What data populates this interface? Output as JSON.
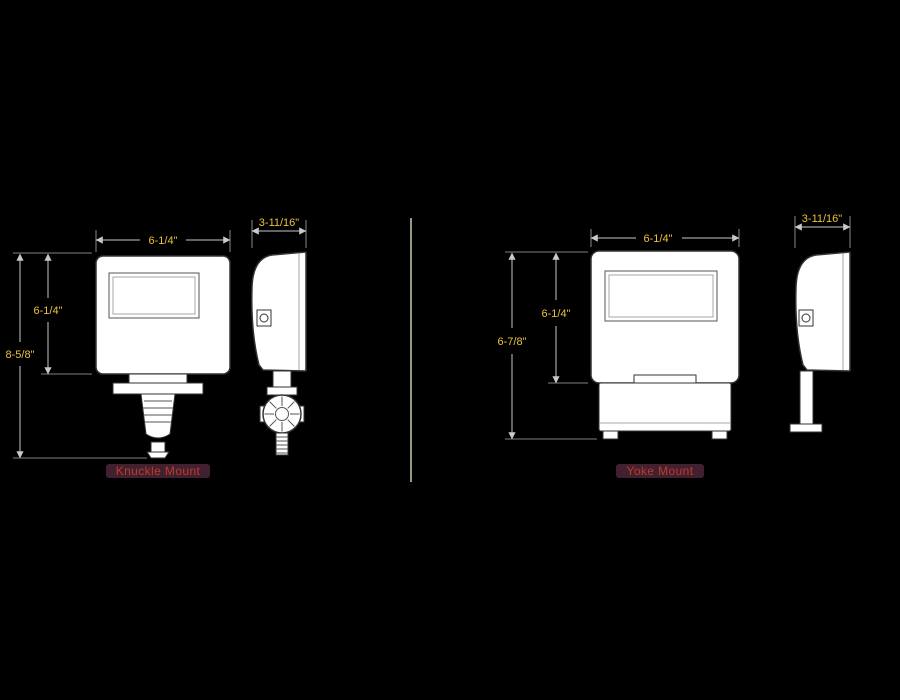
{
  "knuckle": {
    "label": "Knuckle Mount",
    "dims": {
      "width": "6-1/4\"",
      "depth": "3-11/16\"",
      "body_height": "6-1/4\"",
      "total_height": "8-5/8\""
    }
  },
  "yoke": {
    "label": "Yoke Mount",
    "dims": {
      "width": "6-1/4\"",
      "depth": "3-11/16\"",
      "body_height": "6-1/4\"",
      "total_height": "6-7/8\""
    }
  },
  "colors": {
    "background": "#000000",
    "outline": "#333333",
    "dimension_line": "#c9c9c9",
    "dimension_text": "#e9c23d",
    "mount_label": "#c0392b",
    "label_highlight": "#e878aa",
    "divider": "#ded6bd"
  }
}
